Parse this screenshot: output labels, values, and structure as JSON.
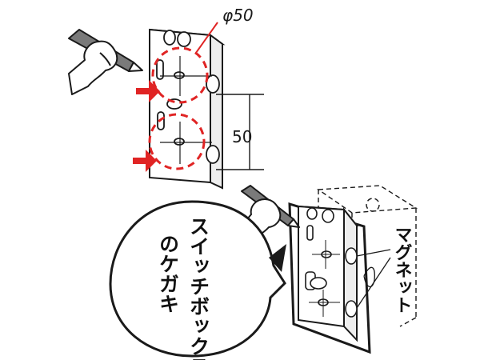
{
  "diagram": {
    "diameter_label": "φ50",
    "spacing_label": "50",
    "speech_bubble": {
      "line1": "スイッチボックス",
      "line2": "のケガキ"
    },
    "magnet_label": "マグネット",
    "colors": {
      "accent": "#e02424",
      "ink": "#1a1a1a",
      "fill_gray": "#dcdcdc"
    }
  }
}
